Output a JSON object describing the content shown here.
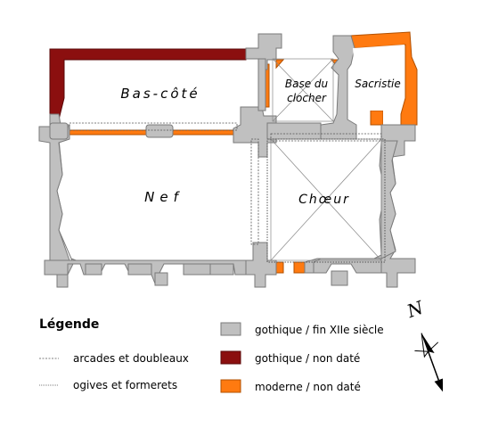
{
  "rooms": {
    "bas_cote": "Bas-côté",
    "nef": "Nef",
    "choeur": "Chœur",
    "base_clocher_1": "Base du",
    "base_clocher_2": "clocher",
    "sacristie": "Sacristie"
  },
  "legend": {
    "title": "Légende",
    "arcades": "arcades et doubleaux",
    "ogives": "ogives et formerets",
    "gothique_fin": "gothique / fin XIIe siècle",
    "gothique_nd": "gothique / non daté",
    "moderne_nd": "moderne / non daté"
  },
  "compass": {
    "north": "N"
  },
  "colors": {
    "gothique_fin": "#c0c0c0",
    "gothique_nd": "#8b0f0f",
    "moderne_nd": "#ff7a10"
  }
}
